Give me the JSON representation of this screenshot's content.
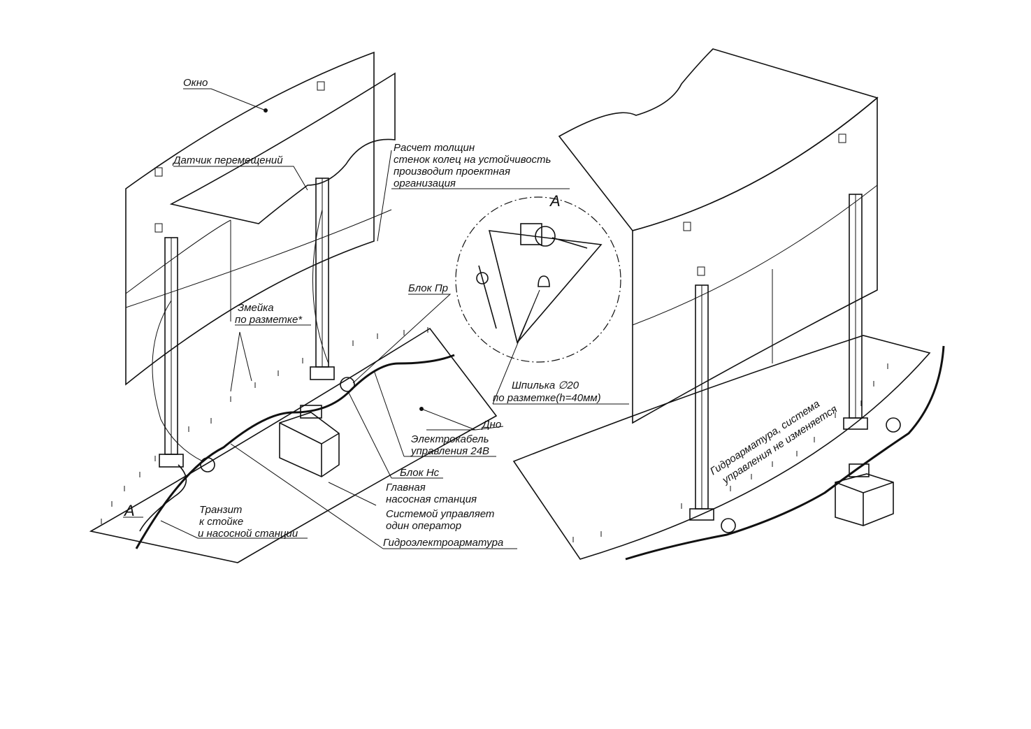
{
  "labels": {
    "okno": "Окно",
    "datchik": "Датчик перемещений",
    "raschet": [
      "Расчет толщин",
      "стенок колец на устойчивость",
      "производит проектная",
      "организация"
    ],
    "zmeyka": [
      "Змейка",
      "по разметке*"
    ],
    "blok_pr": "Блок Пр",
    "dno": "Дно",
    "elektrokabel": [
      "Электрокабель",
      "управления 24В"
    ],
    "blok_nc": "Блок Нс",
    "glavnaya": [
      "Главная",
      "насосная станция"
    ],
    "sistemoy": [
      "Системой управляет",
      "один оператор"
    ],
    "gidroelektro": "Гидроэлектроарматура",
    "tranzit": [
      "Транзит",
      "к стойке",
      "и насосной станции"
    ],
    "shpilka": [
      "Шпилька ∅20",
      "по разметке(h=40мм)"
    ],
    "gidroarmatura": [
      "Гидроарматура, система",
      "управления не изменяется"
    ],
    "view_a": "А",
    "section_a": "А"
  },
  "colors": {
    "line": "#111111",
    "background": "#ffffff"
  }
}
